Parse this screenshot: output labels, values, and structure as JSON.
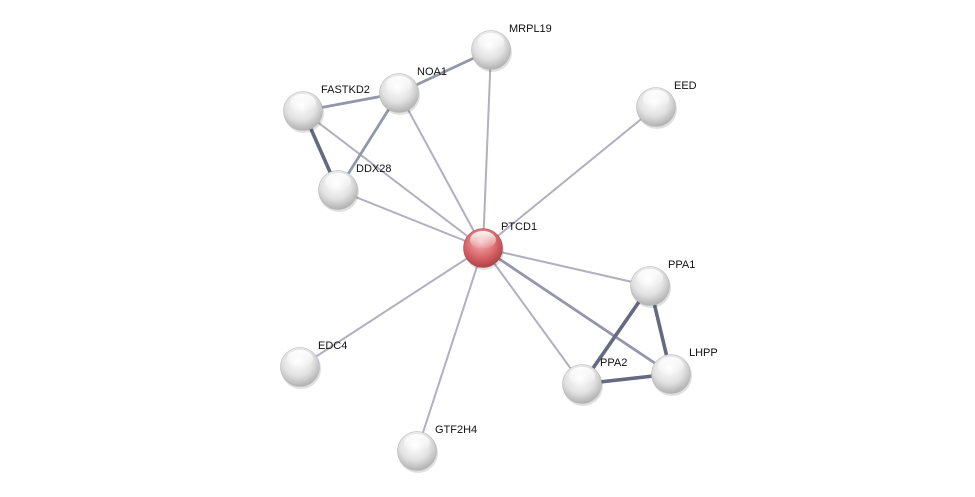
{
  "network": {
    "query_node": "PTCD1",
    "colors": {
      "query_node": "#d9676b",
      "node": "#e4e4e4",
      "edge_weak": "#b0b0c0",
      "edge_medium": "#9496ac",
      "edge_strong": "#656a80"
    },
    "nodes": [
      {
        "id": "PTCD1",
        "label": "PTCD1",
        "query": true
      },
      {
        "id": "MRPL19",
        "label": "MRPL19"
      },
      {
        "id": "NOA1",
        "label": "NOA1"
      },
      {
        "id": "FASTKD2",
        "label": "FASTKD2"
      },
      {
        "id": "DDX28",
        "label": "DDX28"
      },
      {
        "id": "EED",
        "label": "EED"
      },
      {
        "id": "PPA1",
        "label": "PPA1"
      },
      {
        "id": "PPA2",
        "label": "PPA2"
      },
      {
        "id": "LHPP",
        "label": "LHPP"
      },
      {
        "id": "EDC4",
        "label": "EDC4"
      },
      {
        "id": "GTF2H4",
        "label": "GTF2H4"
      }
    ],
    "edges": [
      {
        "source": "PTCD1",
        "target": "MRPL19",
        "strength": "weak"
      },
      {
        "source": "PTCD1",
        "target": "NOA1",
        "strength": "weak"
      },
      {
        "source": "PTCD1",
        "target": "FASTKD2",
        "strength": "weak"
      },
      {
        "source": "PTCD1",
        "target": "DDX28",
        "strength": "weak"
      },
      {
        "source": "PTCD1",
        "target": "EED",
        "strength": "weak"
      },
      {
        "source": "PTCD1",
        "target": "PPA1",
        "strength": "weak"
      },
      {
        "source": "PTCD1",
        "target": "LHPP",
        "strength": "medium"
      },
      {
        "source": "PTCD1",
        "target": "PPA2",
        "strength": "weak"
      },
      {
        "source": "PTCD1",
        "target": "EDC4",
        "strength": "weak"
      },
      {
        "source": "PTCD1",
        "target": "GTF2H4",
        "strength": "weak"
      },
      {
        "source": "FASTKD2",
        "target": "NOA1",
        "strength": "medium"
      },
      {
        "source": "FASTKD2",
        "target": "DDX28",
        "strength": "strong"
      },
      {
        "source": "NOA1",
        "target": "DDX28",
        "strength": "medium"
      },
      {
        "source": "NOA1",
        "target": "MRPL19",
        "strength": "medium"
      },
      {
        "source": "PPA1",
        "target": "PPA2",
        "strength": "strong"
      },
      {
        "source": "PPA1",
        "target": "LHPP",
        "strength": "strong"
      },
      {
        "source": "PPA2",
        "target": "LHPP",
        "strength": "strong"
      }
    ]
  }
}
